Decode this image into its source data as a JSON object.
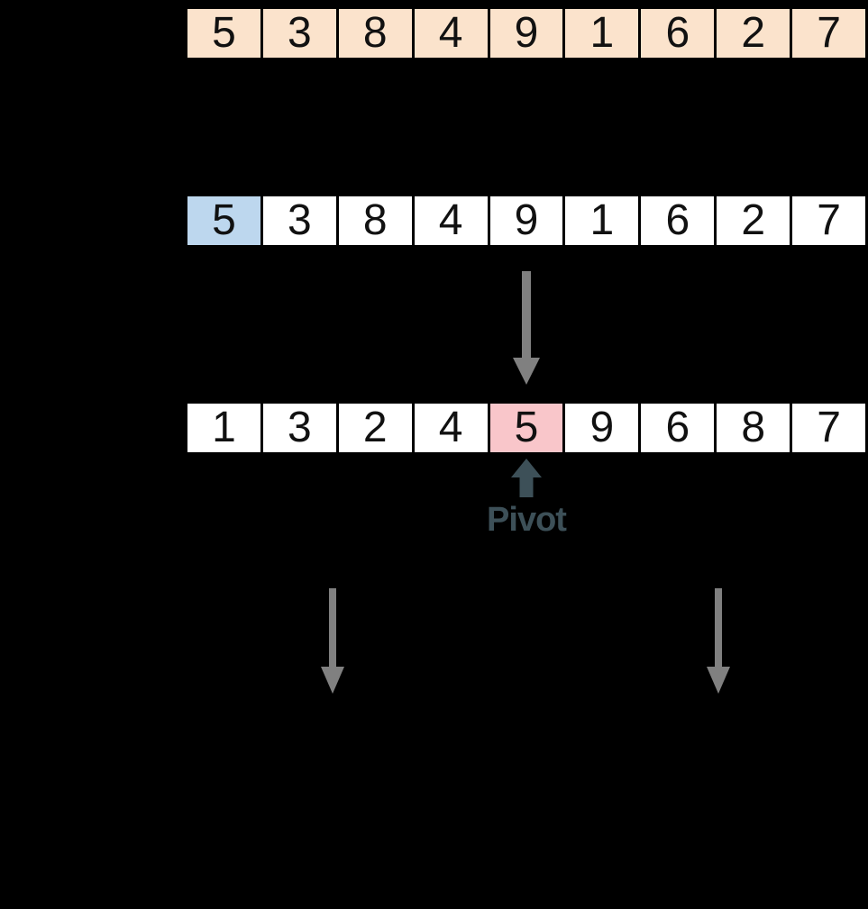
{
  "colors": {
    "background": "#000000",
    "cell_border": "#000000",
    "digit_text": "#111111",
    "white_cell": "#FFFFFF",
    "peach_cell": "#FBE3CC",
    "blue_highlight_cell": "#BDD7EE",
    "pink_highlight_cell": "#F9C6CA",
    "arrow_gray": "#808080",
    "pivot_accent": "#3D5058"
  },
  "labels": {
    "pivot": "Pivot"
  },
  "icons": {
    "down_arrow": "↓",
    "up_arrow": "↑"
  },
  "arrays": [
    {
      "id": "initial-array",
      "values": [
        "5",
        "3",
        "8",
        "4",
        "9",
        "1",
        "6",
        "2",
        "7"
      ],
      "default_cell_color": "#FBE3CC",
      "highlight_index": null,
      "highlight_color": null
    },
    {
      "id": "pivot-chosen-array",
      "values": [
        "5",
        "3",
        "8",
        "4",
        "9",
        "1",
        "6",
        "2",
        "7"
      ],
      "default_cell_color": "#FFFFFF",
      "highlight_index": 0,
      "highlight_color": "#BDD7EE"
    },
    {
      "id": "partitioned-array",
      "values": [
        "1",
        "3",
        "2",
        "4",
        "5",
        "9",
        "6",
        "8",
        "7"
      ],
      "default_cell_color": "#FFFFFF",
      "highlight_index": 4,
      "highlight_color": "#F9C6CA"
    }
  ]
}
